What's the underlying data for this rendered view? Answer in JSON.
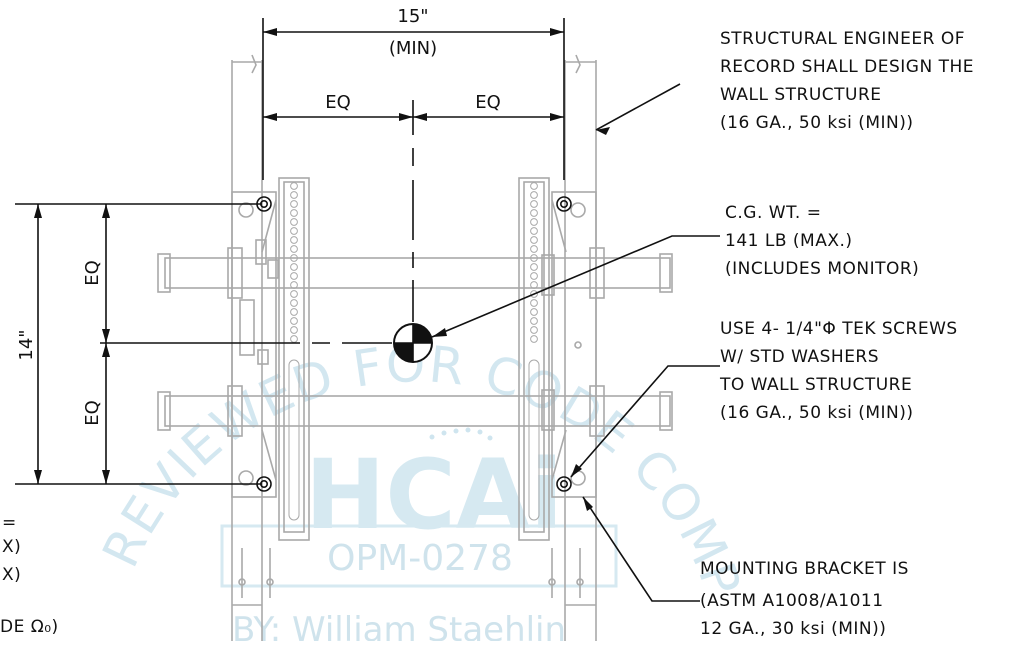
{
  "dimensions": {
    "width_top": "15\"",
    "width_top_sub": "(MIN)",
    "eq_left": "EQ",
    "eq_right": "EQ",
    "height": "14\"",
    "eq_upper": "EQ",
    "eq_lower": "EQ"
  },
  "notes": {
    "wall_structure": [
      "STRUCTURAL ENGINEER OF",
      "RECORD SHALL DESIGN THE",
      "WALL STRUCTURE",
      "(16 GA., 50 ksi (MIN))"
    ],
    "cg_weight": [
      "C.G. WT. =",
      "141 LB (MAX.)",
      "(INCLUDES MONITOR)"
    ],
    "screws": [
      "USE 4- 1/4\"Φ TEK SCREWS",
      "W/ STD WASHERS",
      "TO WALL STRUCTURE",
      "(16 GA., 50 ksi (MIN))"
    ],
    "bracket": [
      "MOUNTING BRACKET IS",
      "(ASTM A1008/A1011",
      "12 GA., 30 ksi (MIN))"
    ]
  },
  "left_cut_text": [
    "=",
    "X)",
    "X)",
    "DE Ω₀)"
  ],
  "watermark": {
    "arc_text": "REVIEWED FOR CODE COMPLIANCE",
    "logo": "HCAi",
    "id": "OPM-0278",
    "by": "BY: William Staehlin"
  },
  "colors": {
    "ink": "#111111",
    "bracket_grey": "#a9a9a9",
    "watermark": "#cfe5ef"
  }
}
